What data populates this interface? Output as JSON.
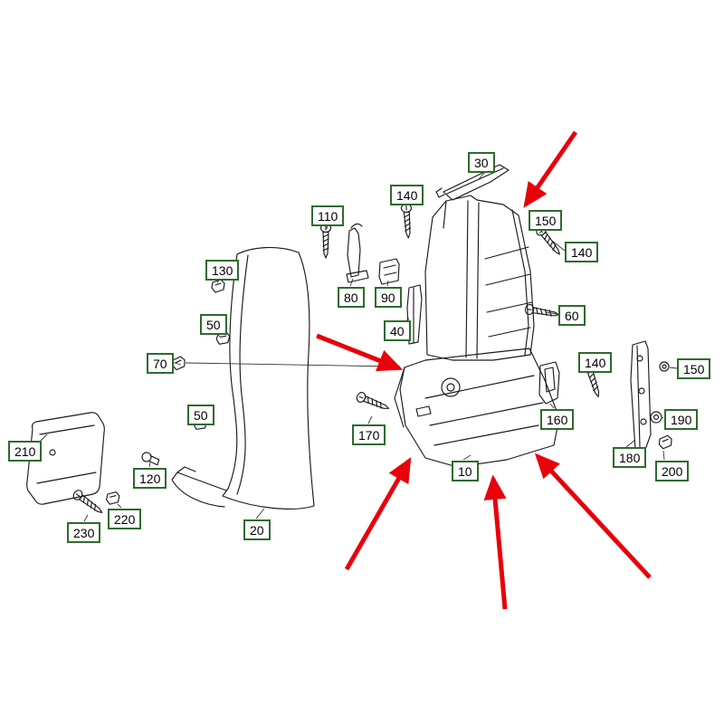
{
  "diagram": {
    "kind": "exploded-parts-diagram",
    "colors": {
      "background": "#ffffff",
      "label_border": "#2e6b2e",
      "label_text": "#000000",
      "line": "#1b1b1b",
      "arrow": "#e8000b"
    },
    "labels": [
      {
        "id": "30",
        "text": "30"
      },
      {
        "id": "110",
        "text": "110"
      },
      {
        "id": "140-top",
        "text": "140"
      },
      {
        "id": "150-top",
        "text": "150"
      },
      {
        "id": "140-upper-right",
        "text": "140"
      },
      {
        "id": "130",
        "text": "130"
      },
      {
        "id": "80",
        "text": "80"
      },
      {
        "id": "90",
        "text": "90"
      },
      {
        "id": "60",
        "text": "60"
      },
      {
        "id": "50-upper",
        "text": "50"
      },
      {
        "id": "40",
        "text": "40"
      },
      {
        "id": "70",
        "text": "70"
      },
      {
        "id": "140-right",
        "text": "140"
      },
      {
        "id": "150-right",
        "text": "150"
      },
      {
        "id": "50-lower",
        "text": "50"
      },
      {
        "id": "160",
        "text": "160"
      },
      {
        "id": "190",
        "text": "190"
      },
      {
        "id": "210",
        "text": "210"
      },
      {
        "id": "170",
        "text": "170"
      },
      {
        "id": "10",
        "text": "10"
      },
      {
        "id": "180",
        "text": "180"
      },
      {
        "id": "200",
        "text": "200"
      },
      {
        "id": "120",
        "text": "120"
      },
      {
        "id": "220",
        "text": "220"
      },
      {
        "id": "230",
        "text": "230"
      },
      {
        "id": "20",
        "text": "20"
      }
    ],
    "arrow_count": 5
  }
}
